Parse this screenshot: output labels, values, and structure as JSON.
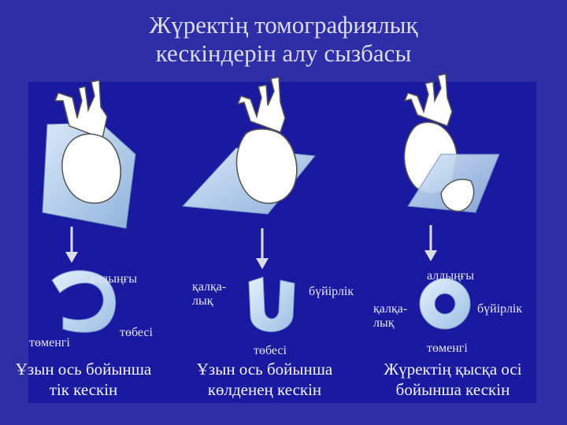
{
  "title": {
    "line1": "Жүректің томографиялық",
    "line2": "кескіндерін алу сызбасы"
  },
  "panel_left": {
    "label_front": "алдыңғы",
    "label_lower": "төменгі",
    "label_apex": "төбесі",
    "caption_line1": "Ұзын ось бойынша",
    "caption_line2": "тік кескін"
  },
  "panel_middle": {
    "label_septal_line1": "қалқа-",
    "label_septal_line2": "лық",
    "label_lateral": "бүйірлік",
    "label_apex": "төбесі",
    "caption_line1": "Ұзын ось бойынша",
    "caption_line2": "көлденең кескін"
  },
  "panel_right": {
    "label_front": "алдыңғы",
    "label_septal_line1": "қалқа-",
    "label_septal_line2": "лық",
    "label_lateral": "бүйірлік",
    "label_lower": "төменгі",
    "caption_line1": "Жүректің қысқа осі",
    "caption_line2": "бойынша кескін"
  },
  "colors": {
    "background": "#2e2ea6",
    "panel": "#1a1aa0",
    "plane": "#b8d0ec",
    "heart": "#ffffff",
    "slice": "#c4dcf4"
  }
}
